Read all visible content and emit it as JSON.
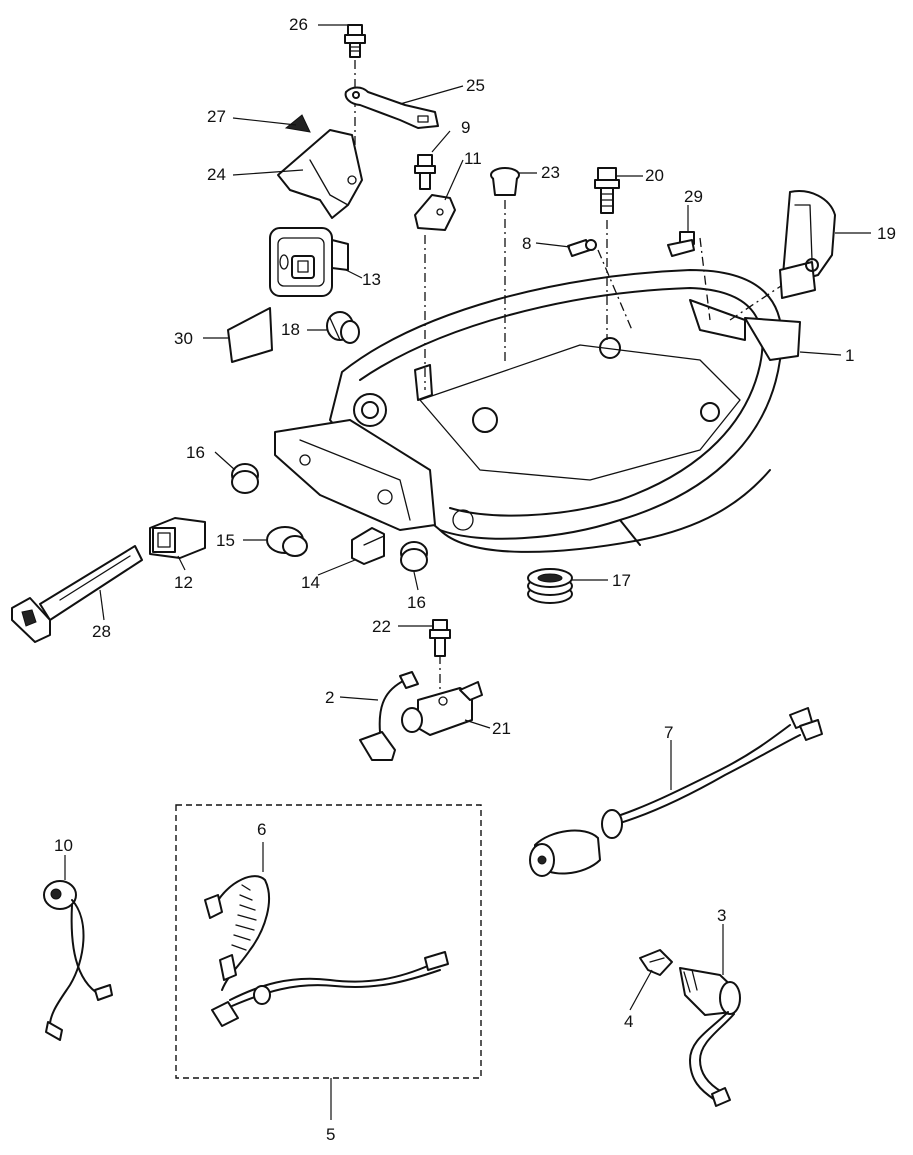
{
  "callouts": {
    "p1": "1",
    "p2": "2",
    "p3": "3",
    "p4": "4",
    "p5": "5",
    "p6": "6",
    "p7": "7",
    "p8": "8",
    "p9": "9",
    "p10": "10",
    "p11": "11",
    "p12": "12",
    "p13": "13",
    "p14": "14",
    "p15": "15",
    "p16a": "16",
    "p16b": "16",
    "p17": "17",
    "p18": "18",
    "p19": "19",
    "p20": "20",
    "p21": "21",
    "p22": "22",
    "p23": "23",
    "p24": "24",
    "p25": "25",
    "p26": "26",
    "p27": "27",
    "p28": "28",
    "p29": "29",
    "p30": "30"
  }
}
